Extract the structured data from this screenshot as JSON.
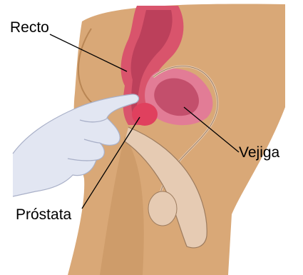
{
  "labels": {
    "recto": "Recto",
    "vejiga": "Vejiga",
    "prostata": "Próstata"
  },
  "colors": {
    "skin": "#D9A877",
    "skin_shadow": "#B98654",
    "rectum": "#D9546C",
    "rectum_dark": "#A83350",
    "bladder": "#E27C96",
    "bladder_inner": "#B8405E",
    "prostate": "#E0405E",
    "urethra": "#E6CBB3",
    "glove": "#E2E6F2",
    "glove_shadow": "#A9B0C8",
    "leader": "#000000"
  }
}
